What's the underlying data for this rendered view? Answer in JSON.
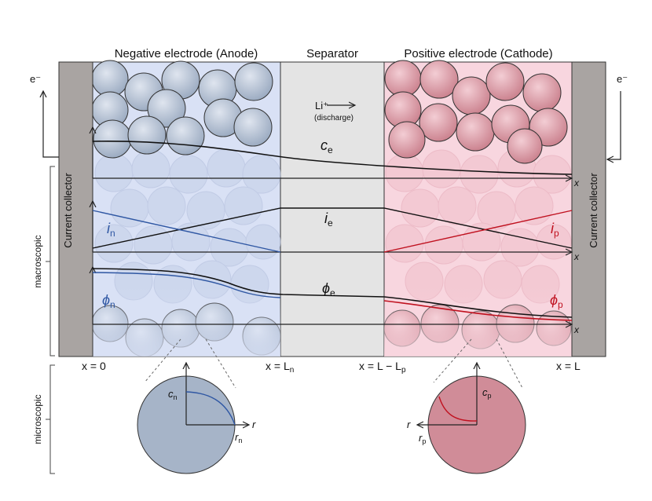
{
  "headers": {
    "anode": "Negative electrode (Anode)",
    "separator": "Separator",
    "cathode": "Positive electrode (Cathode)"
  },
  "electron_left": "e⁻",
  "electron_right": "e⁻",
  "current_collector_left": "Current collector",
  "current_collector_right": "Current collector",
  "scale_labels": {
    "macroscopic": "macroscopic",
    "microscopic": "microscopic"
  },
  "li_ion": {
    "label": "Li⁺",
    "note": "(discharge)"
  },
  "axis_var": "x",
  "curves": {
    "ce": {
      "sym": "c",
      "sub": "e"
    },
    "ie": {
      "sym": "i",
      "sub": "e"
    },
    "in": {
      "sym": "i",
      "sub": "n"
    },
    "ip": {
      "sym": "i",
      "sub": "p"
    },
    "phie": {
      "sym": "ϕ",
      "sub": "e"
    },
    "phin": {
      "sym": "ϕ",
      "sub": "n"
    },
    "phip": {
      "sym": "ϕ",
      "sub": "p"
    }
  },
  "positions": {
    "x0": "x = 0",
    "xLn_main": "x = L",
    "xLn_sub": "n",
    "xLLp_main": "x = L − L",
    "xLLp_sub": "p",
    "xL": "x = L"
  },
  "particle_anode": {
    "c": "c",
    "c_sub": "n",
    "r": "r",
    "rn": "r",
    "rn_sub": "n"
  },
  "particle_cathode": {
    "c": "c",
    "c_sub": "p",
    "r": "r",
    "rp": "r",
    "rp_sub": "p"
  },
  "colors": {
    "anode_bg": "#d9e1f5",
    "separator_bg": "#e4e4e4",
    "cathode_bg": "#f8d6df",
    "collector": "#a9a4a2",
    "anode_particle": "#a6b4c8",
    "cathode_particle": "#d08c98",
    "blue_curve": "#2f57a3",
    "red_curve": "#c0111f"
  }
}
